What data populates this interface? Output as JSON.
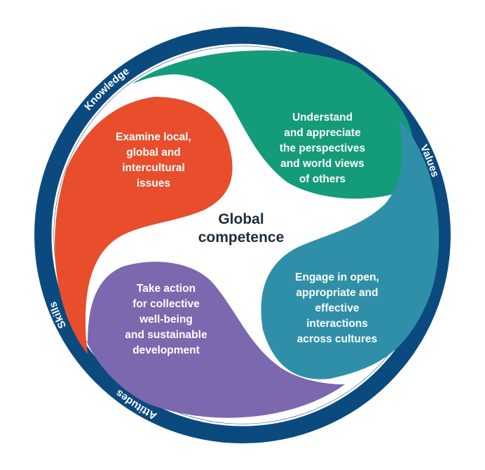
{
  "center": {
    "lines": [
      "Global",
      "competence"
    ]
  },
  "ring": {
    "labels": {
      "knowledge": "Knowledge",
      "values": "Values",
      "attitudes": "Attitudes",
      "skills": "Skills"
    },
    "color": "#0b4a7f"
  },
  "dimensions": [
    {
      "id": "examine",
      "color": "#e84e2c",
      "lines": [
        "Examine local,",
        "global and",
        "intercultural",
        "issues"
      ]
    },
    {
      "id": "understand",
      "color": "#149b79",
      "lines": [
        "Understand",
        "and appreciate",
        "the perspectives",
        "and world views",
        "of others"
      ]
    },
    {
      "id": "engage",
      "color": "#2f8fa8",
      "lines": [
        "Engage in open,",
        "appropriate and",
        "effective",
        "interactions",
        "across cultures"
      ]
    },
    {
      "id": "act",
      "color": "#7b68ae",
      "lines": [
        "Take action",
        "for collective",
        "well-being",
        "and sustainable",
        "development"
      ]
    }
  ]
}
